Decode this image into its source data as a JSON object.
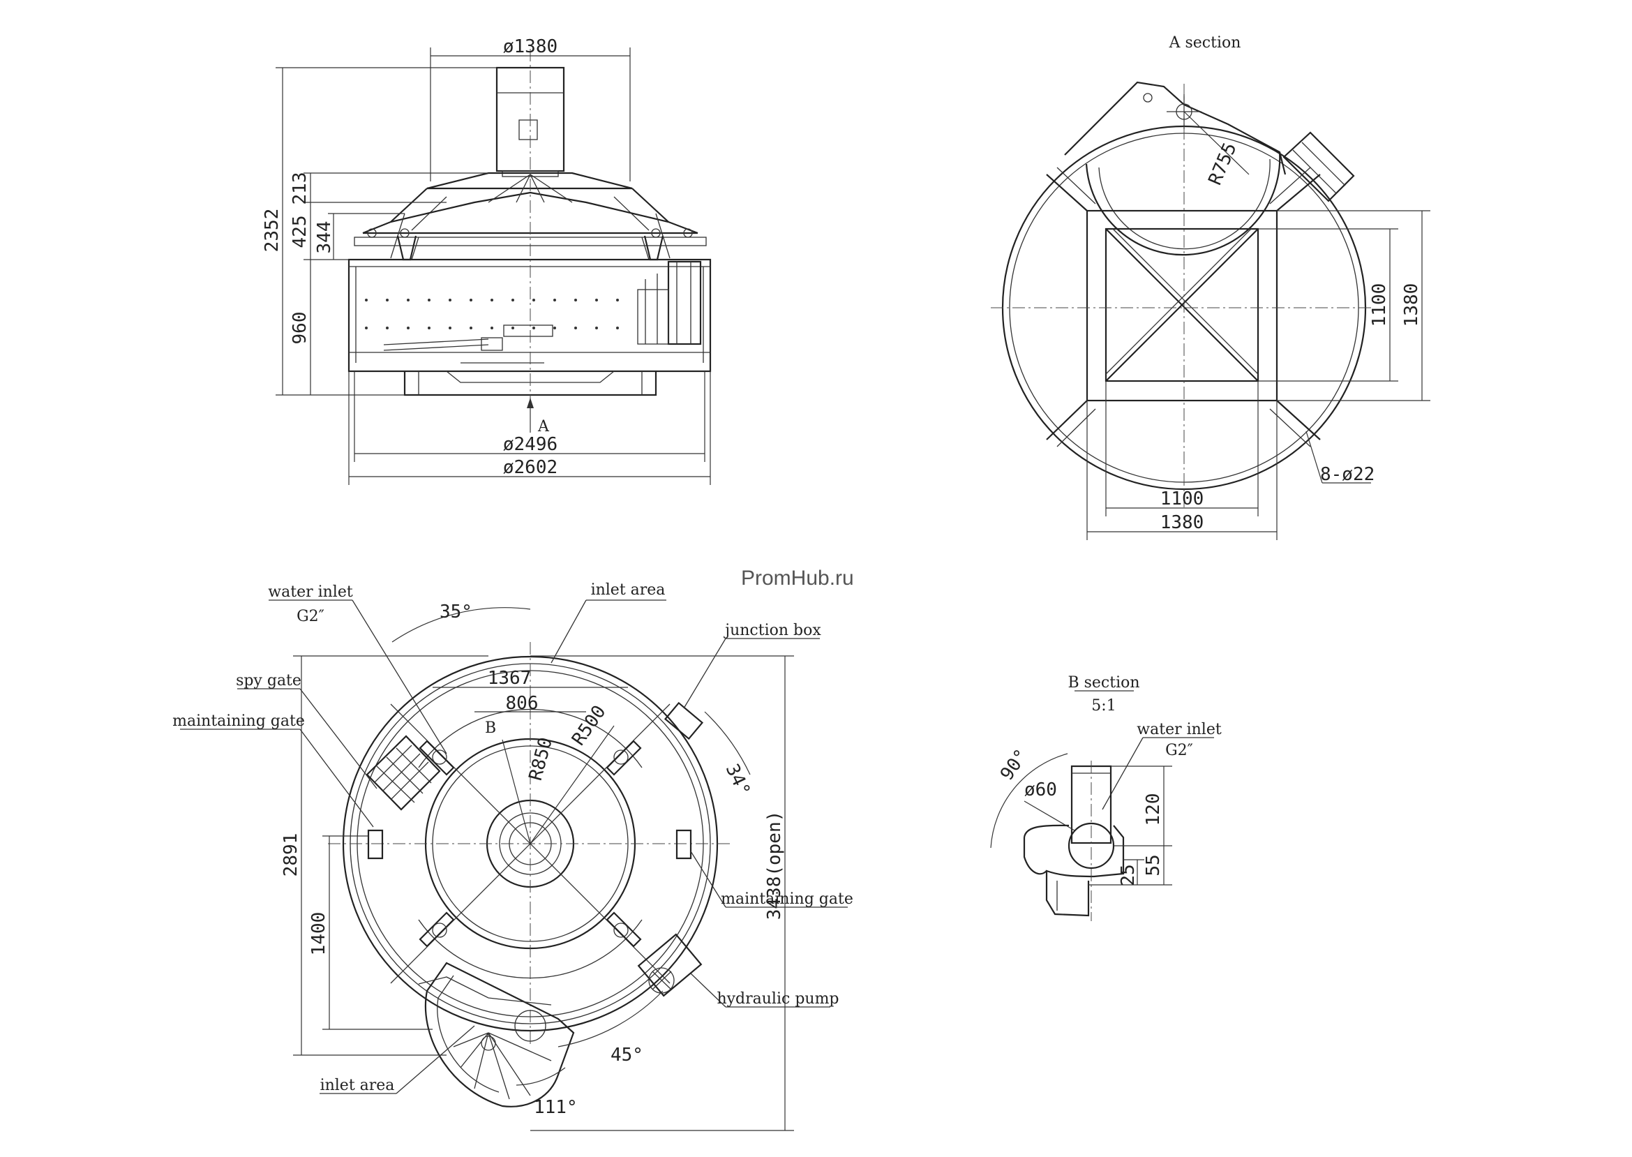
{
  "watermark": "PromHub.ru",
  "front_view": {
    "dims": {
      "top_diameter": "ø1380",
      "overall_height": "2352",
      "d213": "213",
      "d425": "425",
      "d344": "344",
      "d960": "960",
      "inner_diameter": "ø2496",
      "outer_diameter": "ø2602",
      "section_mark": "A"
    }
  },
  "a_section": {
    "title": "A section",
    "radius": "R755",
    "width_inner": "1100",
    "width_outer": "1380",
    "height_inner": "1100",
    "height_outer": "1380",
    "holes": "8-ø22"
  },
  "plan_view": {
    "labels": {
      "water_inlet": "water inlet",
      "water_inlet_size": "G2″",
      "inlet_area_top": "inlet area",
      "junction_box": "junction box",
      "spy_gate": "spy gate",
      "maintaining_gate_left": "maintaining gate",
      "maintaining_gate_right": "maintaining gate",
      "hydraulic_pump": "hydraulic pump",
      "inlet_area_bottom": "inlet area"
    },
    "dims": {
      "angle_35": "35°",
      "d1367": "1367",
      "d806": "806",
      "mark_b": "B",
      "r850": "R850",
      "r500": "R500",
      "angle_34": "34°",
      "d3438": "3438(open)",
      "d2891": "2891",
      "d1400": "1400",
      "angle_45": "45°",
      "angle_111": "111°"
    }
  },
  "b_section": {
    "title": "B section",
    "scale": "5:1",
    "water_inlet": "water inlet",
    "water_inlet_size": "G2″",
    "angle": "90°",
    "diameter": "ø60",
    "d120": "120",
    "d55": "55",
    "d25": "25"
  }
}
